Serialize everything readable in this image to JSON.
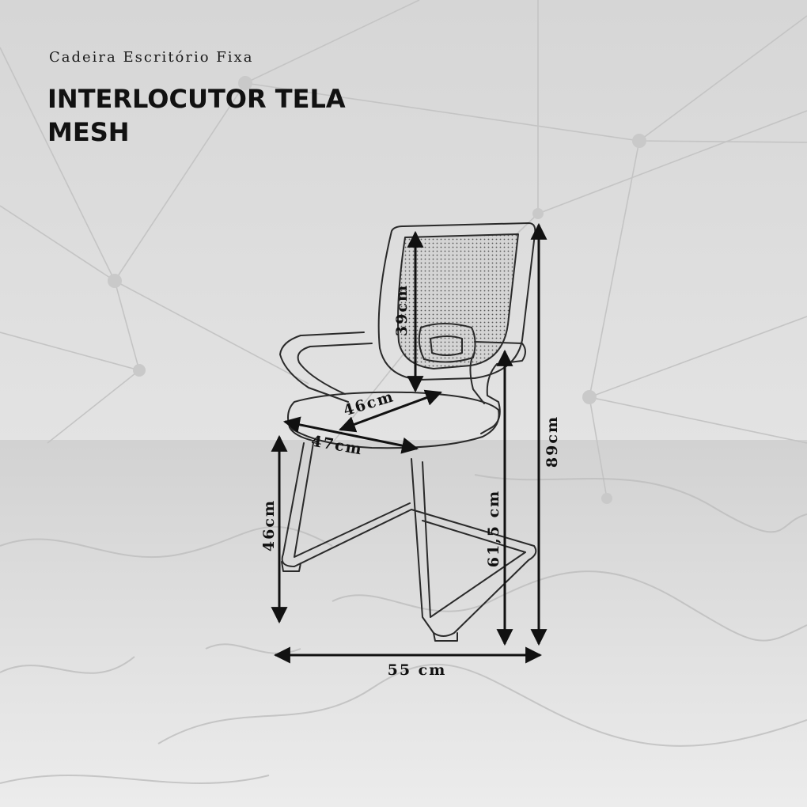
{
  "header": {
    "subtitle": "Cadeira Escritório Fixa",
    "title_line1": "INTERLOCUTOR TELA",
    "title_line2": "MESH"
  },
  "dimensions": {
    "backrest_height": "39cm",
    "seat_depth": "46cm",
    "seat_width": "47cm",
    "seat_height": "46cm",
    "armrest_height": "61,5 cm",
    "total_height": "89cm",
    "total_width": "55 cm"
  },
  "colors": {
    "background_wall": "#d8d8d8",
    "background_floor": "#e4e4e4",
    "ink": "#111111"
  }
}
